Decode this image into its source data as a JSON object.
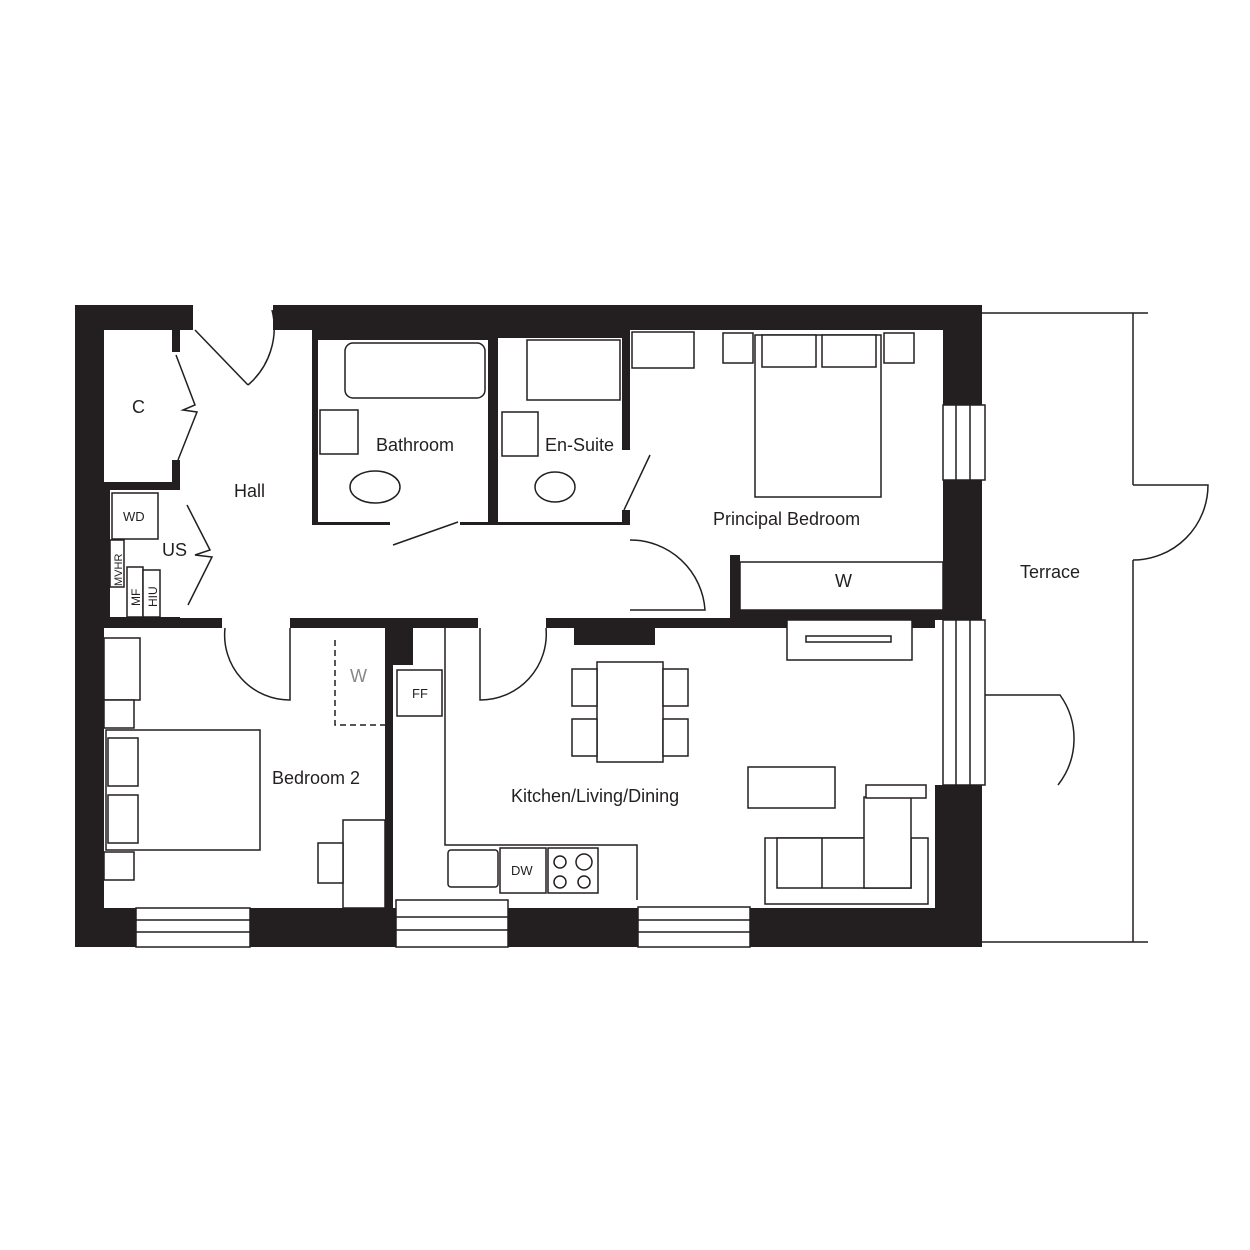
{
  "rooms": {
    "cupboard": "C",
    "hall": "Hall",
    "utility": "US",
    "bathroom": "Bathroom",
    "ensuite": "En-Suite",
    "principal_bedroom": "Principal Bedroom",
    "principal_wardrobe": "W",
    "bedroom2": "Bedroom 2",
    "bedroom2_wardrobe": "W",
    "kitchen": "Kitchen/Living/Dining",
    "terrace": "Terrace"
  },
  "fixtures": {
    "washer_dryer": "WD",
    "mvhr": "MVHR",
    "mf": "MF",
    "hiu": "HIU",
    "fridge_freezer": "FF",
    "dishwasher": "DW"
  },
  "colors": {
    "wall": "#231f20",
    "background": "#ffffff"
  }
}
